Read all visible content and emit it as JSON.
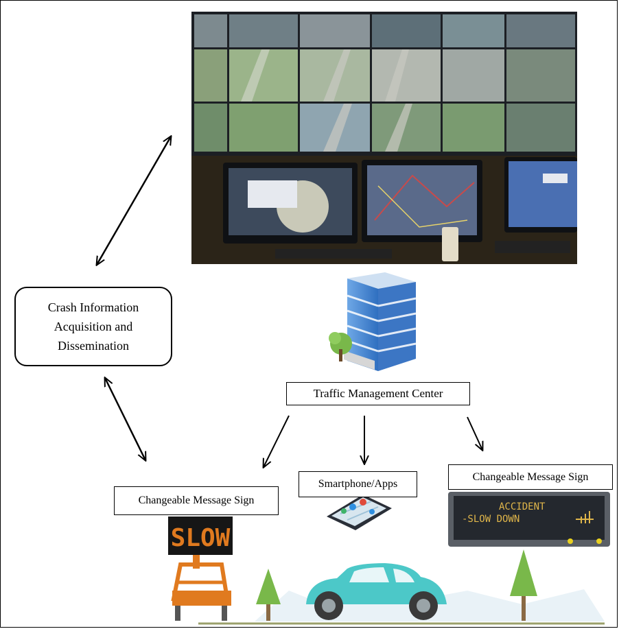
{
  "crash_box": {
    "lines": [
      "Crash Information",
      "Acquisition and",
      "Dissemination"
    ]
  },
  "labels": {
    "traffic_management_center": "Traffic Management Center",
    "cms_left": "Changeable Message Sign",
    "smartphone_apps": "Smartphone/Apps",
    "cms_right": "Changeable Message Sign"
  },
  "signs": {
    "portable_sign_text": "SLOW",
    "overhead_sign_line1": "ACCIDENT",
    "overhead_sign_line2": "-SLOW DOWN"
  },
  "colors": {
    "sign_amber": "#e07a1f",
    "car_teal": "#4cc8c8",
    "tree_green": "#79b84a",
    "building_blue": "#4f8fd6"
  }
}
